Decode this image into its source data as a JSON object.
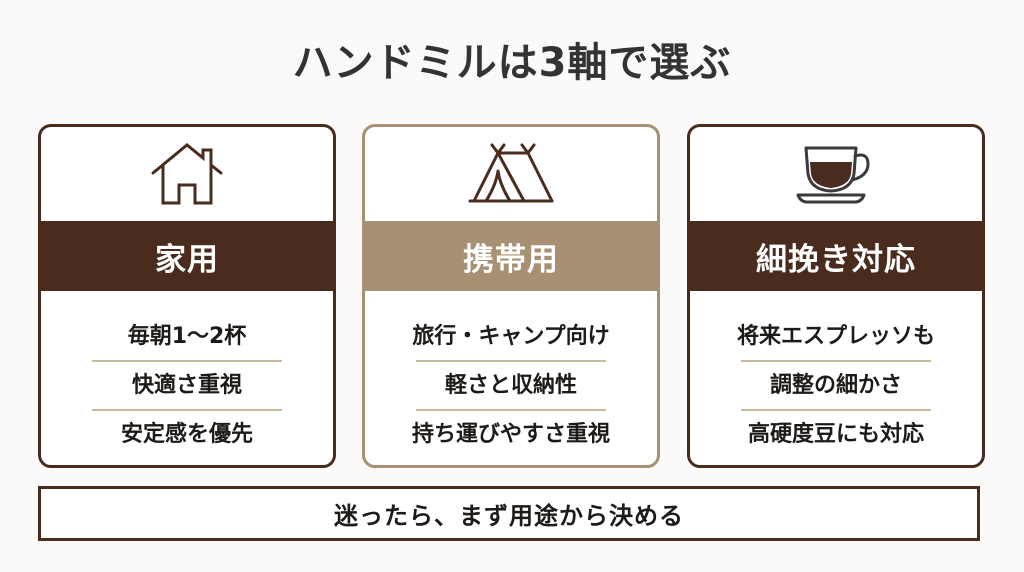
{
  "title": "ハンドミルは3軸で選ぶ",
  "colors": {
    "dark_brown": "#4a2c1f",
    "tan": "#a89072",
    "divider": "#c9b89c",
    "title_text": "#333333"
  },
  "cards": [
    {
      "icon": "house-icon",
      "label": "家用",
      "style": "dark",
      "points": [
        "毎朝1〜2杯",
        "快適さ重視",
        "安定感を優先"
      ]
    },
    {
      "icon": "tent-icon",
      "label": "携帯用",
      "style": "tan",
      "points": [
        "旅行・キャンプ向け",
        "軽さと収納性",
        "持ち運びやすさ重視"
      ]
    },
    {
      "icon": "coffee-cup-icon",
      "label": "細挽き対応",
      "style": "dark",
      "points": [
        "将来エスプレッソも",
        "調整の細かさ",
        "高硬度豆にも対応"
      ]
    }
  ],
  "footer": {
    "message": "迷ったら、まず用途から決める"
  }
}
